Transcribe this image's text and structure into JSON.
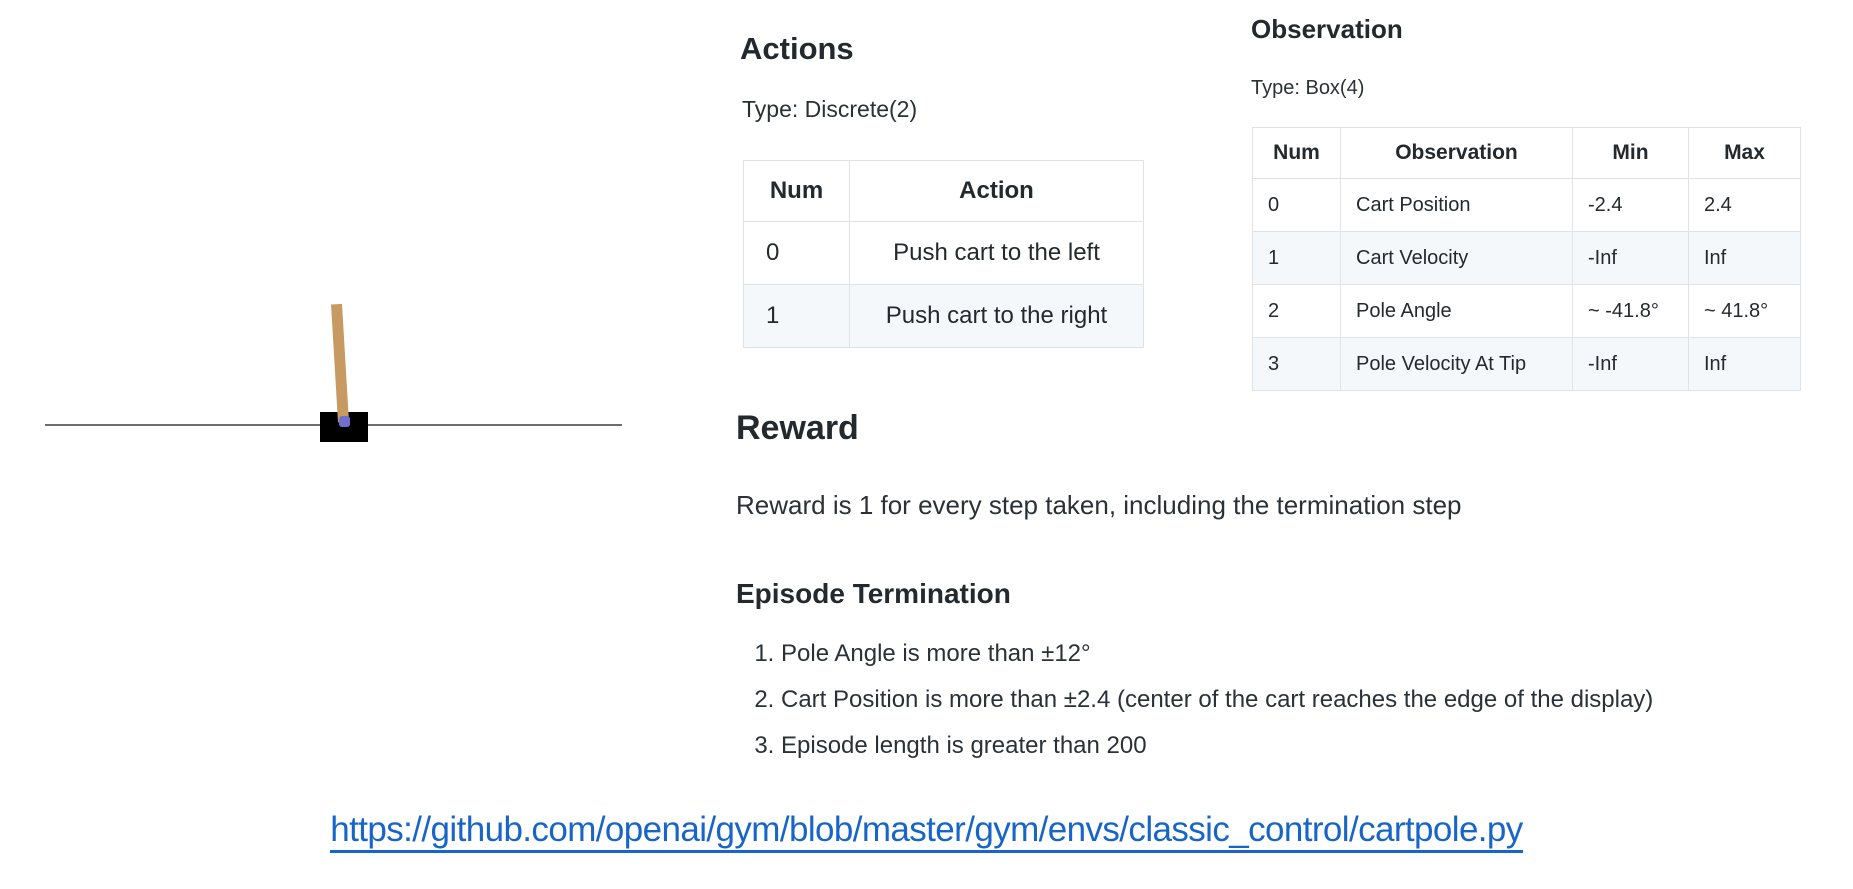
{
  "figure": {
    "name": "cartpole-environment-render",
    "colors": {
      "track": "#6e6e6e",
      "cart": "#000000",
      "pole": "#c89a63",
      "axle": "#6f6fd0"
    }
  },
  "actions": {
    "title": "Actions",
    "type_label": "Type: Discrete(2)",
    "table": {
      "headers": [
        "Num",
        "Action"
      ],
      "rows": [
        [
          "0",
          "Push cart to the left"
        ],
        [
          "1",
          "Push cart to the right"
        ]
      ]
    }
  },
  "observation": {
    "title": "Observation",
    "type_label": "Type: Box(4)",
    "table": {
      "headers": [
        "Num",
        "Observation",
        "Min",
        "Max"
      ],
      "rows": [
        [
          "0",
          "Cart Position",
          "-2.4",
          "2.4"
        ],
        [
          "1",
          "Cart Velocity",
          "-Inf",
          "Inf"
        ],
        [
          "2",
          "Pole Angle",
          "~ -41.8°",
          "~ 41.8°"
        ],
        [
          "3",
          "Pole Velocity At Tip",
          "-Inf",
          "Inf"
        ]
      ]
    }
  },
  "reward": {
    "title": "Reward",
    "text": "Reward is 1 for every step taken, including the termination step"
  },
  "episode_termination": {
    "title": "Episode Termination",
    "items": [
      "Pole Angle is more than ±12°",
      "Cart Position is more than ±2.4 (center of the cart reaches the edge of the display)",
      "Episode length is greater than 200"
    ]
  },
  "source_link": {
    "url": "https://github.com/openai/gym/blob/master/gym/envs/classic_control/cartpole.py",
    "color": "#1865c9"
  }
}
